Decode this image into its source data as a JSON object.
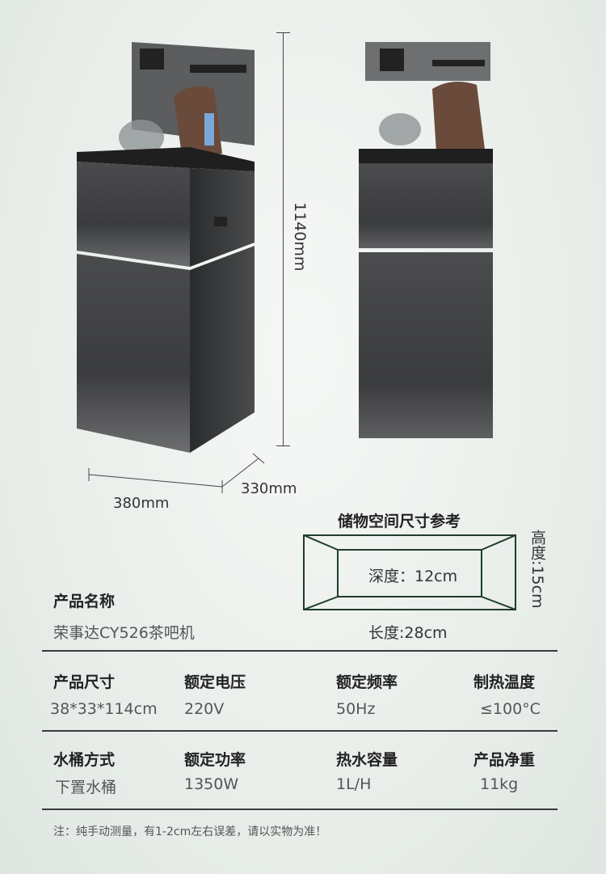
{
  "dimensions": {
    "height": "1140mm",
    "width": "380mm",
    "depth": "330mm"
  },
  "storage": {
    "title": "储物空间尺寸参考",
    "depth_label": "深度：12cm",
    "height_label": "高度:15cm",
    "length_label": "长度:28cm"
  },
  "product_name": {
    "label": "产品名称",
    "value": "荣事达CY526茶吧机"
  },
  "specs_row1": [
    {
      "label": "产品尺寸",
      "value": "38*33*114cm"
    },
    {
      "label": "额定电压",
      "value": "220V"
    },
    {
      "label": "额定频率",
      "value": "50Hz"
    },
    {
      "label": "制热温度",
      "value": "≤100°C"
    }
  ],
  "specs_row2": [
    {
      "label": "水桶方式",
      "value": "下置水桶"
    },
    {
      "label": "额定功率",
      "value": "1350W"
    },
    {
      "label": "热水容量",
      "value": "1L/H"
    },
    {
      "label": "产品净重",
      "value": "11kg"
    }
  ],
  "note": "注：纯手动测量，有1-2cm左右误差，请以实物为准！",
  "colors": {
    "cabinet": "#3a3b3d",
    "line": "#1f3d2c",
    "text": "#222222"
  }
}
